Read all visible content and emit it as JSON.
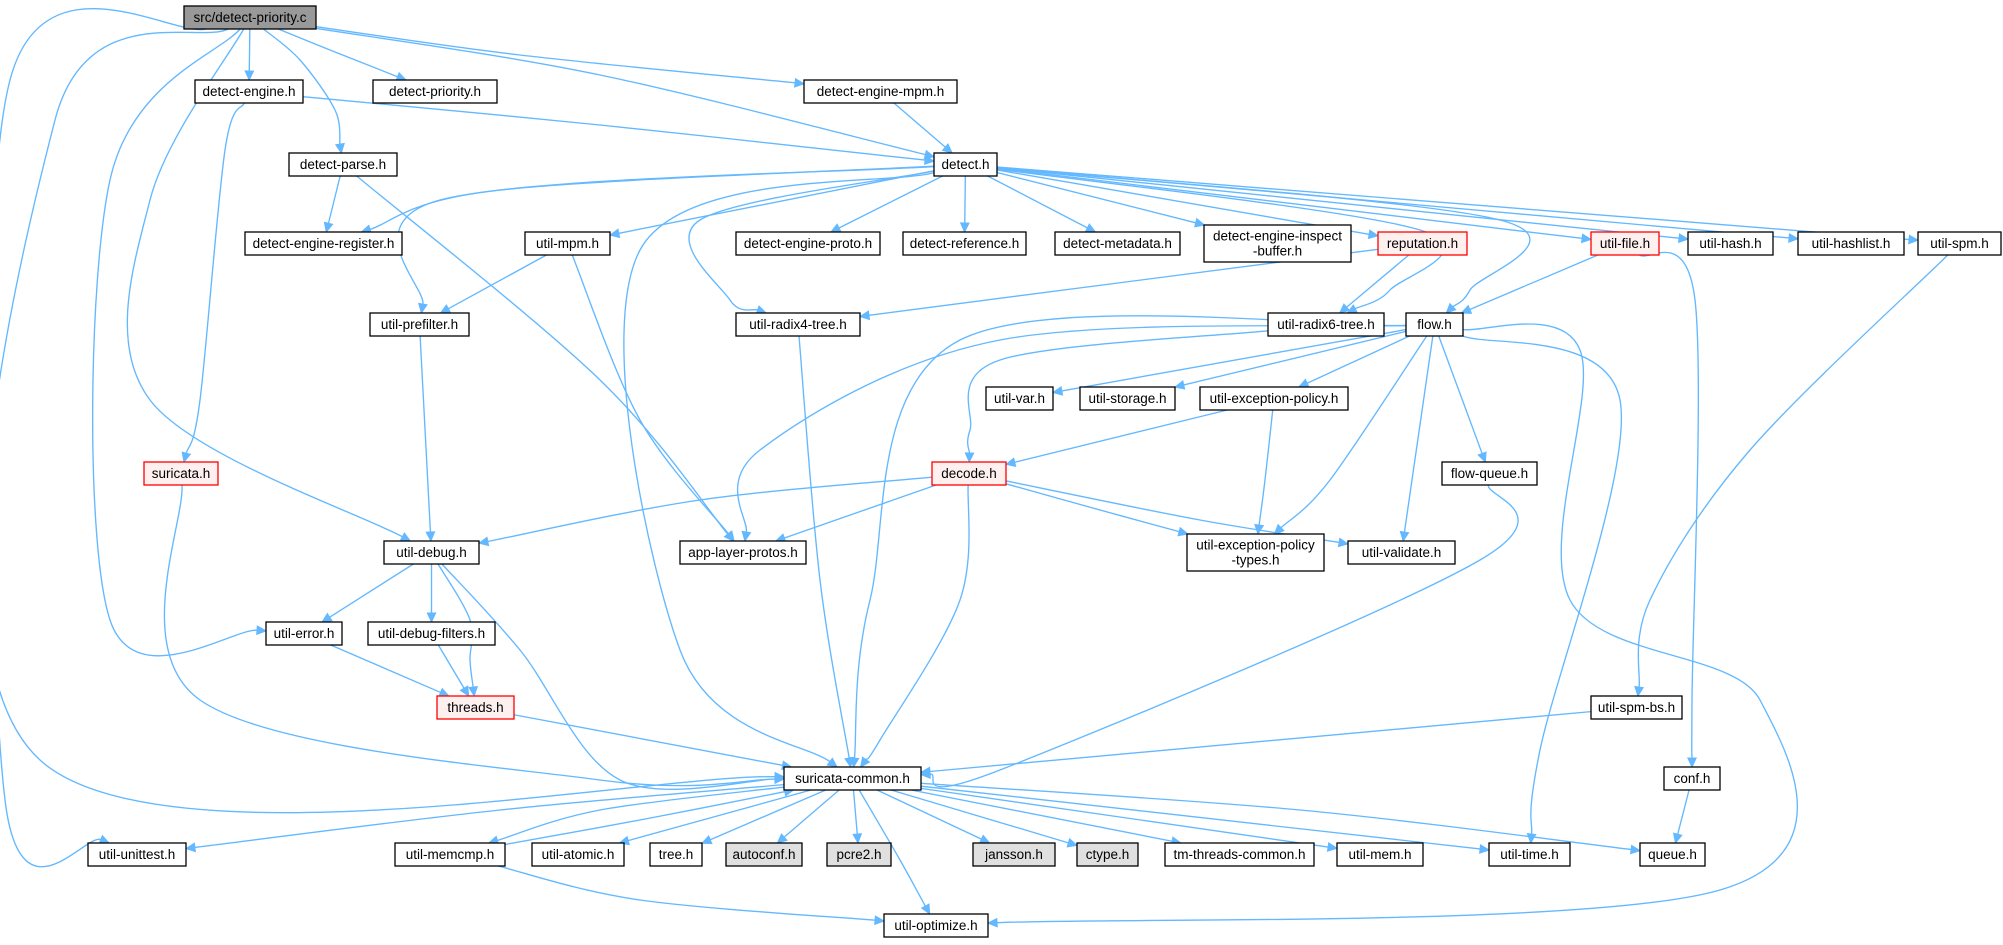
{
  "diagram": {
    "colors": {
      "edge": "#63b8ff",
      "node_border": "#000000",
      "root_fill": "#999999",
      "system_fill": "#e0e0e0",
      "incomplete_border": "#ff0000",
      "incomplete_fill": "#fff0f0",
      "node_fill": "#ffffff"
    },
    "nodes": [
      {
        "id": "root",
        "label": "src/detect-priority.c",
        "kind": "root"
      },
      {
        "id": "detect_engine_h",
        "label": "detect-engine.h"
      },
      {
        "id": "detect_priority_h",
        "label": "detect-priority.h"
      },
      {
        "id": "detect_engine_mpm_h",
        "label": "detect-engine-mpm.h"
      },
      {
        "id": "detect_parse_h",
        "label": "detect-parse.h"
      },
      {
        "id": "detect_h",
        "label": "detect.h"
      },
      {
        "id": "detect_engine_register_h",
        "label": "detect-engine-register.h"
      },
      {
        "id": "util_mpm_h",
        "label": "util-mpm.h"
      },
      {
        "id": "detect_engine_proto_h",
        "label": "detect-engine-proto.h"
      },
      {
        "id": "detect_reference_h",
        "label": "detect-reference.h"
      },
      {
        "id": "detect_metadata_h",
        "label": "detect-metadata.h"
      },
      {
        "id": "detect_engine_inspect_buffer_h",
        "label": [
          "detect-engine-inspect",
          "-buffer.h"
        ]
      },
      {
        "id": "reputation_h",
        "label": "reputation.h",
        "kind": "incomplete"
      },
      {
        "id": "util_file_h",
        "label": "util-file.h",
        "kind": "incomplete"
      },
      {
        "id": "util_hash_h",
        "label": "util-hash.h"
      },
      {
        "id": "util_hashlist_h",
        "label": "util-hashlist.h"
      },
      {
        "id": "util_spm_h",
        "label": "util-spm.h"
      },
      {
        "id": "util_prefilter_h",
        "label": "util-prefilter.h"
      },
      {
        "id": "util_radix4_tree_h",
        "label": "util-radix4-tree.h"
      },
      {
        "id": "util_radix6_tree_h",
        "label": "util-radix6-tree.h"
      },
      {
        "id": "flow_h",
        "label": "flow.h"
      },
      {
        "id": "util_var_h",
        "label": "util-var.h"
      },
      {
        "id": "util_storage_h",
        "label": "util-storage.h"
      },
      {
        "id": "util_exception_policy_h",
        "label": "util-exception-policy.h"
      },
      {
        "id": "suricata_h",
        "label": "suricata.h",
        "kind": "incomplete"
      },
      {
        "id": "decode_h",
        "label": "decode.h",
        "kind": "incomplete"
      },
      {
        "id": "flow_queue_h",
        "label": "flow-queue.h"
      },
      {
        "id": "util_debug_h",
        "label": "util-debug.h"
      },
      {
        "id": "app_layer_protos_h",
        "label": "app-layer-protos.h"
      },
      {
        "id": "util_exception_policy_types_h",
        "label": [
          "util-exception-policy",
          "-types.h"
        ]
      },
      {
        "id": "util_validate_h",
        "label": "util-validate.h"
      },
      {
        "id": "util_error_h",
        "label": "util-error.h"
      },
      {
        "id": "util_debug_filters_h",
        "label": "util-debug-filters.h"
      },
      {
        "id": "threads_h",
        "label": "threads.h",
        "kind": "incomplete"
      },
      {
        "id": "util_spm_bs_h",
        "label": "util-spm-bs.h"
      },
      {
        "id": "suricata_common_h",
        "label": "suricata-common.h"
      },
      {
        "id": "conf_h",
        "label": "conf.h"
      },
      {
        "id": "util_unittest_h",
        "label": "util-unittest.h"
      },
      {
        "id": "util_memcmp_h",
        "label": "util-memcmp.h"
      },
      {
        "id": "util_atomic_h",
        "label": "util-atomic.h"
      },
      {
        "id": "tree_h",
        "label": "tree.h"
      },
      {
        "id": "autoconf_h",
        "label": "autoconf.h",
        "kind": "system"
      },
      {
        "id": "pcre2_h",
        "label": "pcre2.h",
        "kind": "system"
      },
      {
        "id": "jansson_h",
        "label": "jansson.h",
        "kind": "system"
      },
      {
        "id": "ctype_h",
        "label": "ctype.h",
        "kind": "system"
      },
      {
        "id": "tm_threads_common_h",
        "label": "tm-threads-common.h"
      },
      {
        "id": "util_mem_h",
        "label": "util-mem.h"
      },
      {
        "id": "util_time_h",
        "label": "util-time.h"
      },
      {
        "id": "queue_h",
        "label": "queue.h"
      },
      {
        "id": "util_optimize_h",
        "label": "util-optimize.h"
      }
    ]
  }
}
